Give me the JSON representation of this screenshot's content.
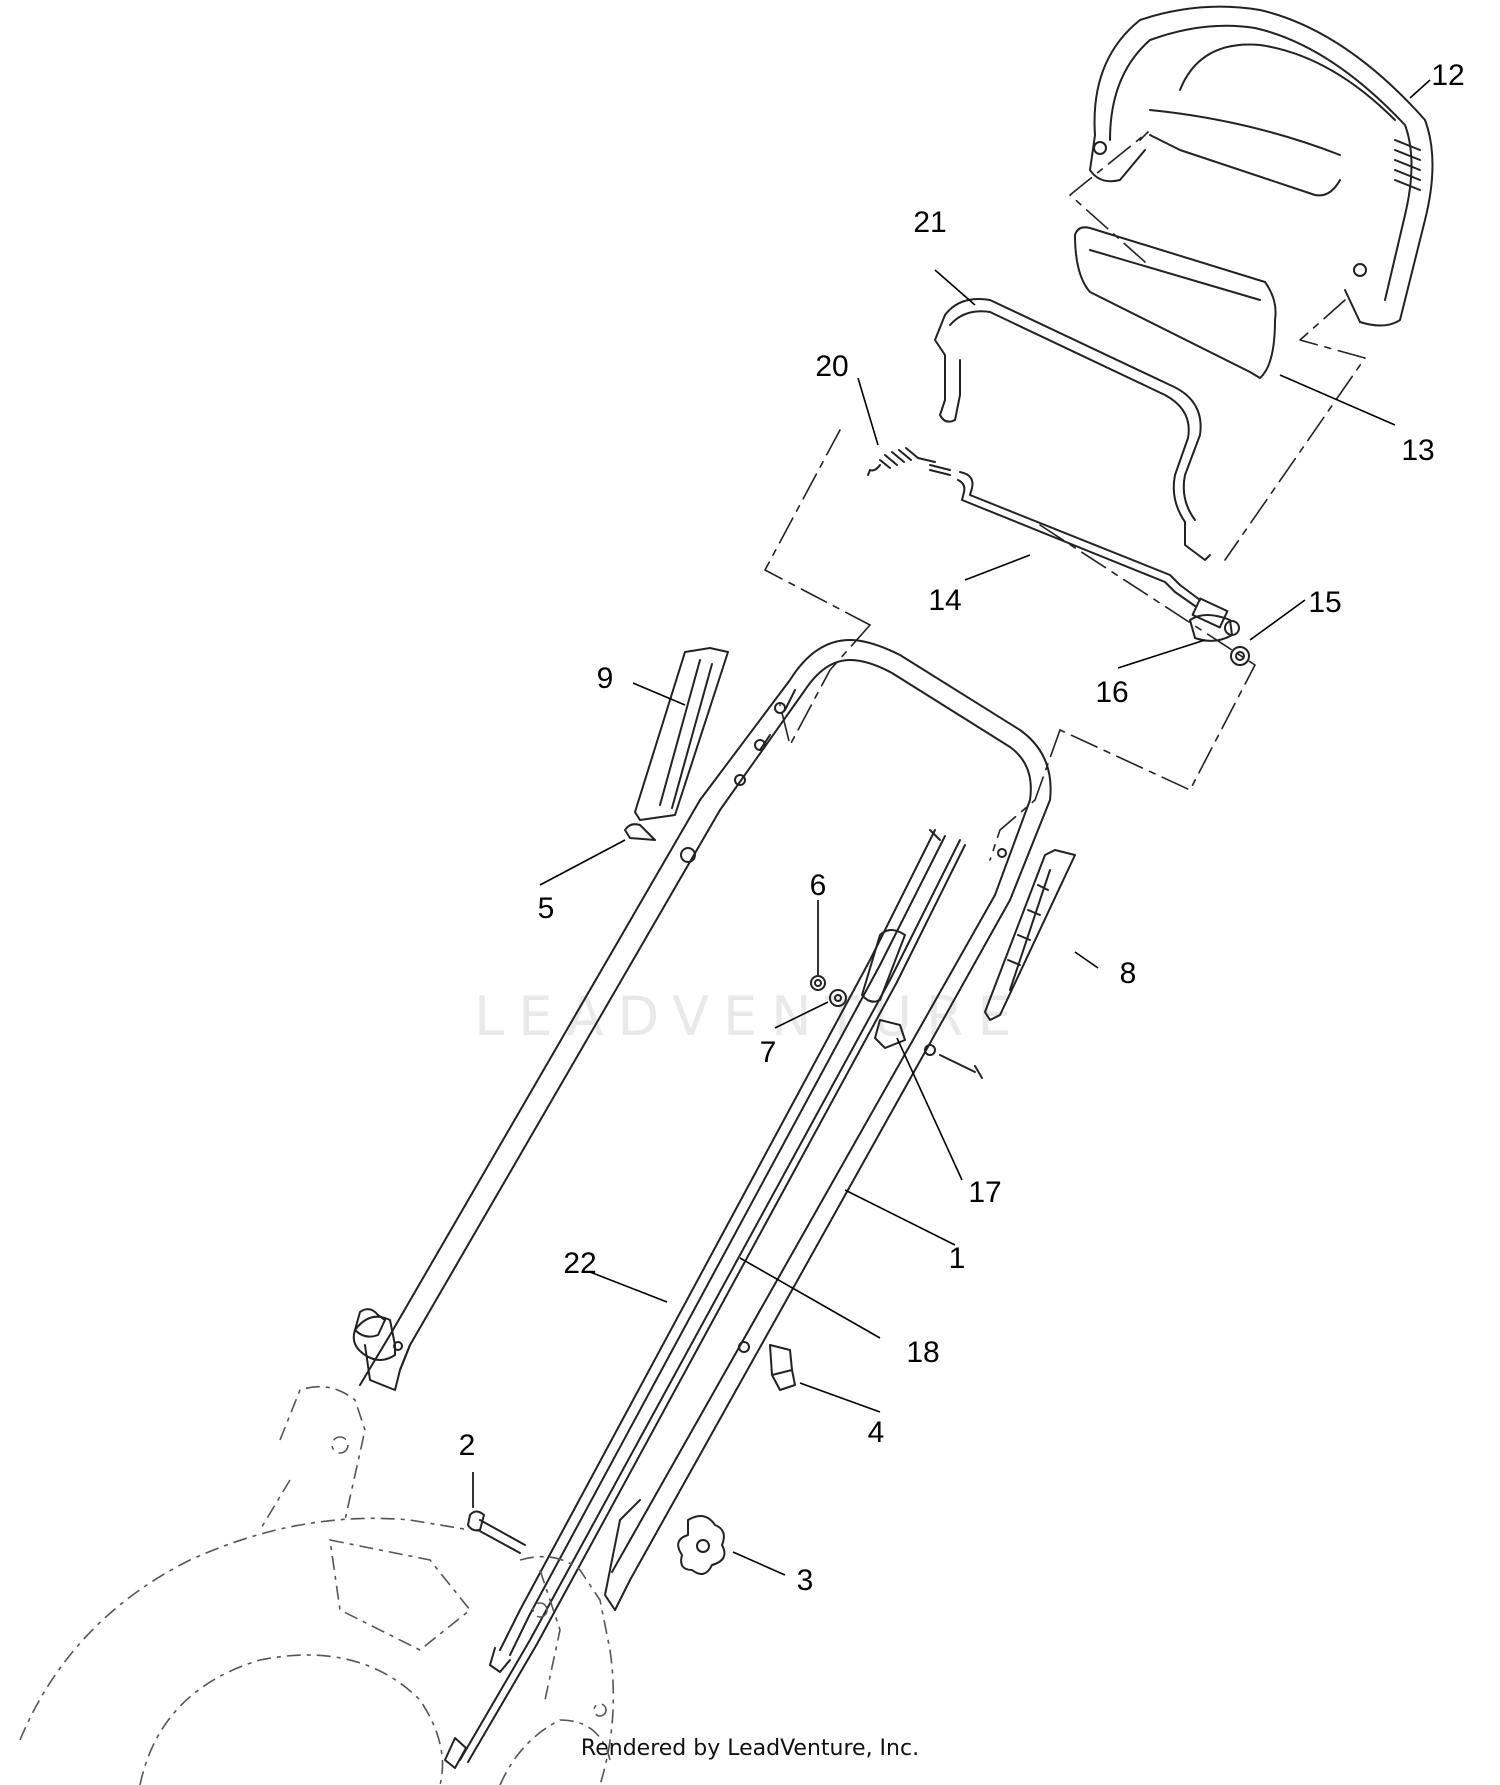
{
  "callouts": [
    {
      "id": "c1",
      "label": "1"
    },
    {
      "id": "c2",
      "label": "2"
    },
    {
      "id": "c3",
      "label": "3"
    },
    {
      "id": "c4",
      "label": "4"
    },
    {
      "id": "c5",
      "label": "5"
    },
    {
      "id": "c6",
      "label": "6"
    },
    {
      "id": "c7",
      "label": "7"
    },
    {
      "id": "c8",
      "label": "8"
    },
    {
      "id": "c9",
      "label": "9"
    },
    {
      "id": "c12",
      "label": "12"
    },
    {
      "id": "c13",
      "label": "13"
    },
    {
      "id": "c14",
      "label": "14"
    },
    {
      "id": "c15",
      "label": "15"
    },
    {
      "id": "c16",
      "label": "16"
    },
    {
      "id": "c17",
      "label": "17"
    },
    {
      "id": "c18",
      "label": "18"
    },
    {
      "id": "c20",
      "label": "20"
    },
    {
      "id": "c21",
      "label": "21"
    },
    {
      "id": "c22",
      "label": "22"
    }
  ],
  "watermark": "LEADVENTURE",
  "footer": "Rendered by LeadVenture, Inc."
}
